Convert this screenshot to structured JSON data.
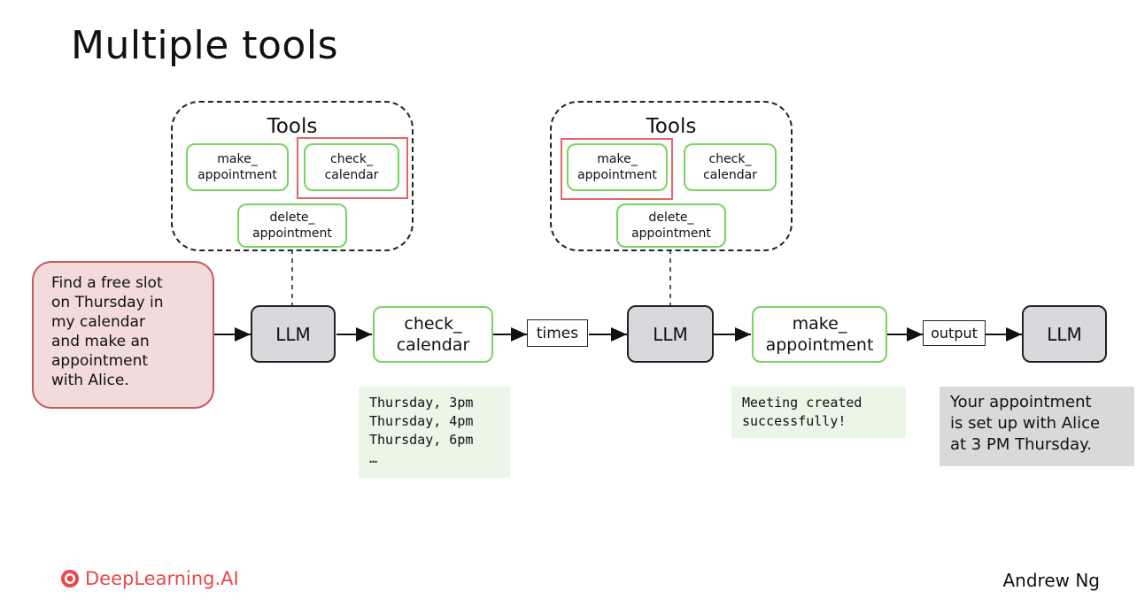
{
  "slide": {
    "title": "Multiple tools",
    "brand": "DeepLearning.AI",
    "author": "Andrew Ng"
  },
  "tool_groups": [
    {
      "title": "Tools",
      "tools": [
        "make_\nappointment",
        "check_\ncalendar",
        "delete_\nappointment"
      ],
      "selected": "check_\ncalendar"
    },
    {
      "title": "Tools",
      "tools": [
        "make_\nappointment",
        "check_\ncalendar",
        "delete_\nappointment"
      ],
      "selected": "make_\nappointment"
    }
  ],
  "flow": {
    "prompt": "Find a free slot\non Thursday in\nmy calendar\nand make an\nappointment\nwith Alice.",
    "llm_label": "LLM",
    "step1": "check_\ncalendar",
    "edge1": "times",
    "step2": "make_\nappointment",
    "edge2": "output"
  },
  "results": {
    "calendar_output": "Thursday, 3pm\nThursday, 4pm\nThursday, 6pm\n…",
    "appointment_output": "Meeting created\nsuccessfully!",
    "final_answer": "Your appointment\nis set up with Alice\nat 3 PM Thursday."
  },
  "colors": {
    "tool_border": "#77d55e",
    "highlight": "#e06668",
    "prompt_fill": "#f3dadb",
    "llm_fill": "#d9d9dd",
    "brand": "#e8484b"
  }
}
